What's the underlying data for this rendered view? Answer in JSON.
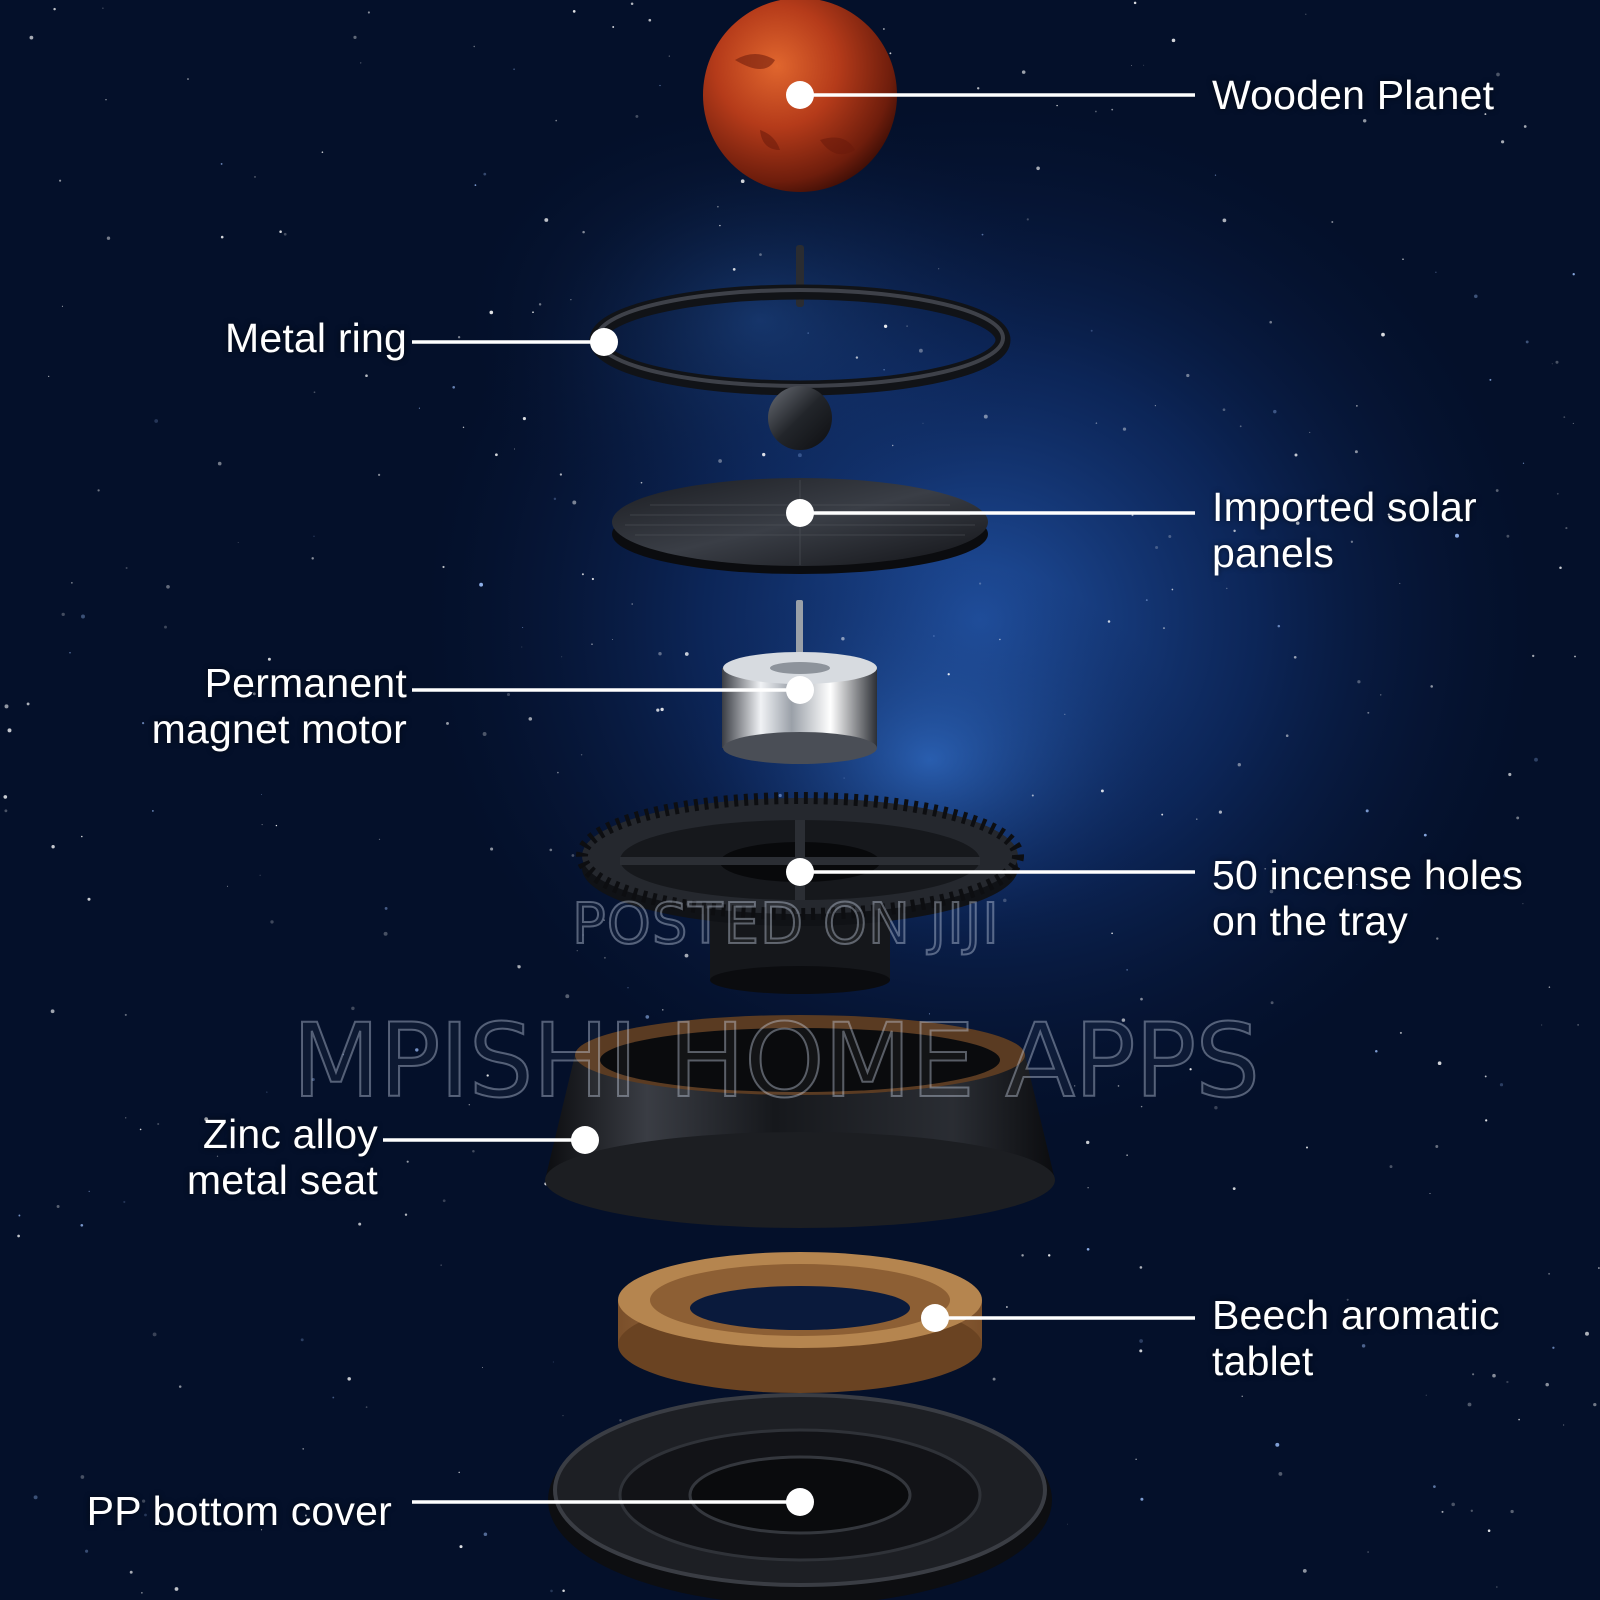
{
  "colors": {
    "background": "#04102a",
    "nebula": "#1a4fa8",
    "leader_line": "#ffffff",
    "planet": "#b3361a",
    "wood": "#9a6b3e",
    "metal_dark": "#1a1c20"
  },
  "labels": {
    "wooden_planet": [
      "Wooden Planet"
    ],
    "metal_ring": [
      "Metal ring"
    ],
    "solar_panels": [
      "Imported solar",
      "panels"
    ],
    "magnet_motor": [
      "Permanent",
      "magnet motor"
    ],
    "incense_tray": [
      "50 incense holes",
      "on the tray"
    ],
    "metal_seat": [
      "Zinc alloy",
      "metal seat"
    ],
    "aromatic_tablet": [
      "Beech aromatic",
      "tablet"
    ],
    "bottom_cover": [
      "PP bottom cover"
    ]
  },
  "watermarks": {
    "posted": "POSTED ON JIJI",
    "seller": "MPISHI HOME APPS"
  }
}
